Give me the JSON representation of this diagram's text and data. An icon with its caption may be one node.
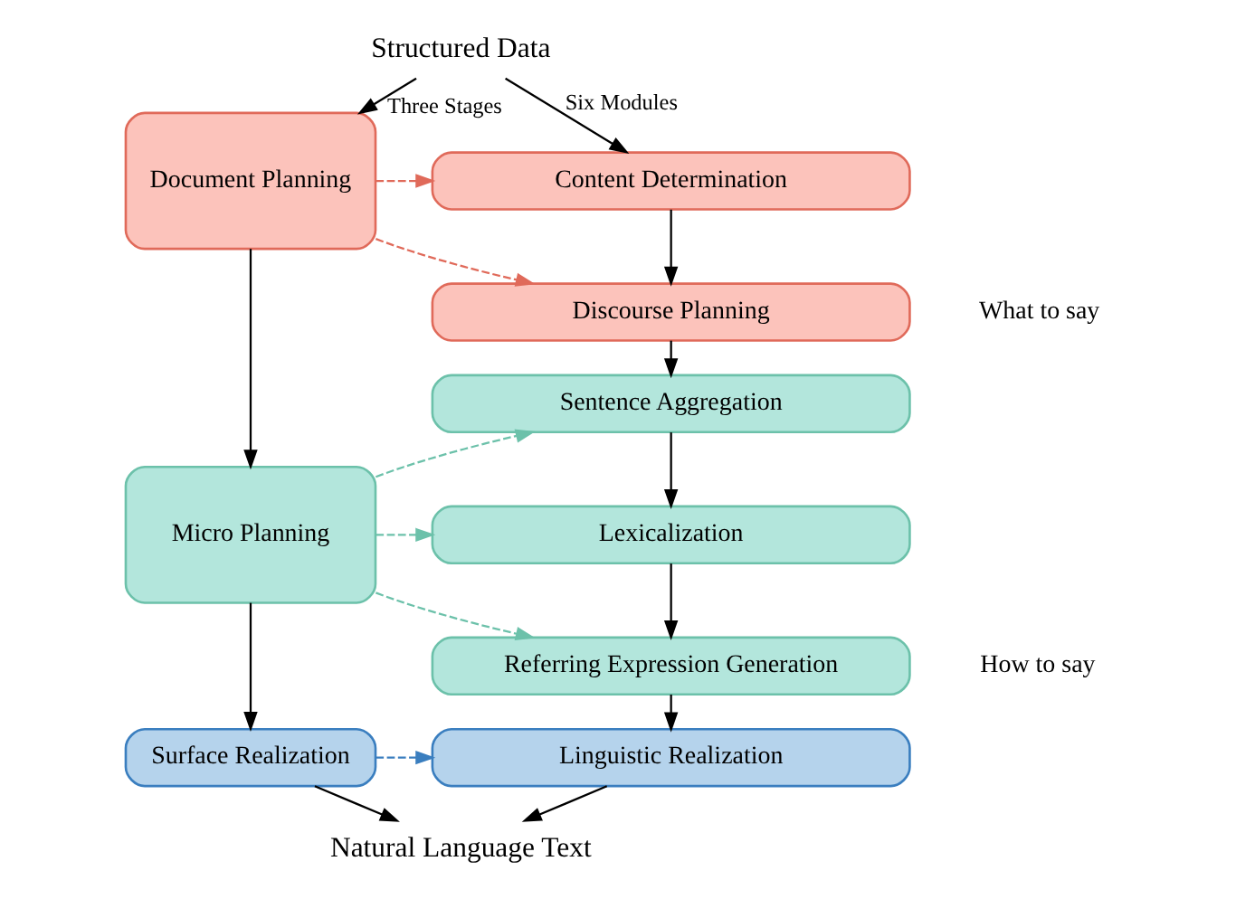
{
  "diagram": {
    "nodes": [
      {
        "text": [
          "Structured Data"
        ]
      },
      {
        "text": [
          "Document Planning"
        ]
      },
      {
        "text": [
          "Micro Planning"
        ]
      },
      {
        "text": [
          "Surface Realization"
        ]
      },
      {
        "text": [
          "Content Determination"
        ]
      },
      {
        "text": [
          "Discourse Planning"
        ]
      },
      {
        "text": [
          "Sentence Aggregation"
        ]
      },
      {
        "text": [
          "Lexicalization"
        ]
      },
      {
        "text": [
          "Referring Expression Generation"
        ]
      },
      {
        "text": [
          "Linguistic Realization"
        ]
      },
      {
        "text": [
          "Natural Language Text"
        ]
      }
    ],
    "edges": [
      {
        "from": 0,
        "to": 1,
        "arrow": "to",
        "label": "Three Stages"
      },
      {
        "from": 0,
        "to": 4,
        "arrow": "to",
        "label": "Six Modules"
      },
      {
        "from": 1,
        "to": 2,
        "arrow": "to"
      },
      {
        "from": 2,
        "to": 3,
        "arrow": "to"
      },
      {
        "from": 4,
        "to": 5,
        "arrow": "to"
      },
      {
        "from": 5,
        "to": 6,
        "arrow": "to"
      },
      {
        "from": 6,
        "to": 7,
        "arrow": "to"
      },
      {
        "from": 7,
        "to": 8,
        "arrow": "to"
      },
      {
        "from": 8,
        "to": 9,
        "arrow": "to"
      },
      {
        "from": 3,
        "to": 10,
        "arrow": "to"
      },
      {
        "from": 9,
        "to": 10,
        "arrow": "to"
      },
      {
        "from": 1,
        "to": 4,
        "arrow": "to",
        "style": "dashed",
        "color": "#e06a5a"
      },
      {
        "from": 1,
        "to": 5,
        "arrow": "to",
        "style": "dashed",
        "color": "#e06a5a"
      },
      {
        "from": 2,
        "to": 6,
        "arrow": "to",
        "style": "dashed",
        "color": "#6cc1aa"
      },
      {
        "from": 2,
        "to": 7,
        "arrow": "to",
        "style": "dashed",
        "color": "#6cc1aa"
      },
      {
        "from": 2,
        "to": 8,
        "arrow": "to",
        "style": "dashed",
        "color": "#6cc1aa"
      },
      {
        "from": 3,
        "to": 9,
        "arrow": "to",
        "style": "dashed",
        "color": "#3a7ebf"
      }
    ],
    "labels": [
      "What to say",
      "How to say"
    ]
  }
}
